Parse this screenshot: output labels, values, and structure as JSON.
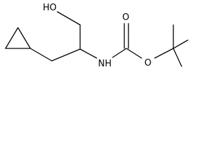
{
  "molecule": {
    "atom_labels": {
      "hydroxyl": "HO",
      "carbonyl_oxygen": "O",
      "ester_oxygen": "O",
      "amine": "NH"
    }
  }
}
